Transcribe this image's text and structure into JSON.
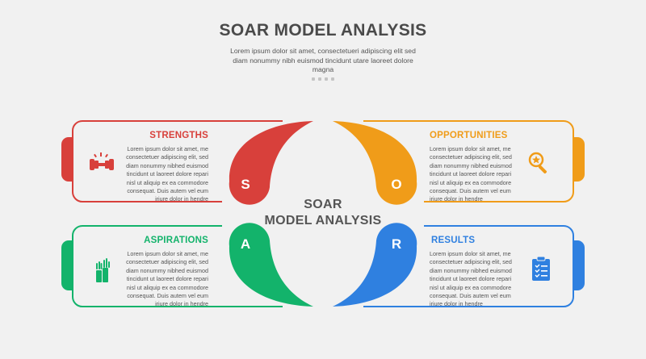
{
  "header": {
    "title": "SOAR MODEL ANALYSIS",
    "subtitle": "Lorem ipsum dolor sit amet, consectetueri adipiscing elit sed diam nonummy nibh euismod tincidunt utare laoreet dolore magna"
  },
  "center": {
    "line1": "SOAR",
    "line2": "MODEL ANALYSIS"
  },
  "quadrants": {
    "strengths": {
      "title": "STRENGTHS",
      "letter": "S",
      "color": "#d8403b",
      "icon": "dumbbell-icon",
      "body": "Lorem ipsum dolor sit amet, me consectetuer adipiscing elit, sed diam nonummy nibhed euismod tincidunt ut laoreet dolore repari nisl ut aliquip ex ea commodore consequat. Duis autem vel eum iriure dolor in hendre"
    },
    "opportunities": {
      "title": "OPPORTUNITIES",
      "letter": "O",
      "color": "#f09c19",
      "icon": "magnifier-star-icon",
      "body": "Lorem ipsum dolor sit amet, me consectetuer adipiscing elit, sed diam nonummy nibhed euismod tincidunt ut laoreet dolore repari nisl ut aliquip ex ea commodore consequat. Duis autem vel eum iriure dolor in hendre"
    },
    "aspirations": {
      "title": "ASPIRATIONS",
      "letter": "A",
      "color": "#13b36b",
      "icon": "raised-hands-icon",
      "body": "Lorem ipsum dolor sit amet, me consectetuer adipiscing elit, sed diam nonummy nibhed euismod tincidunt ut laoreet dolore repari nisl ut aliquip ex ea commodore consequat. Duis autem vel eum iriure dolor in hendre"
    },
    "results": {
      "title": "RESULTS",
      "letter": "R",
      "color": "#2f80e0",
      "icon": "clipboard-checklist-icon",
      "body": "Lorem ipsum dolor sit amet, me consectetuer adipiscing elit, sed diam nonummy nibhed euismod tincidunt ut laoreet dolore repari nisl ut aliquip ex ea commodore consequat. Duis autem vel eum iriure dolor in hendre"
    }
  }
}
